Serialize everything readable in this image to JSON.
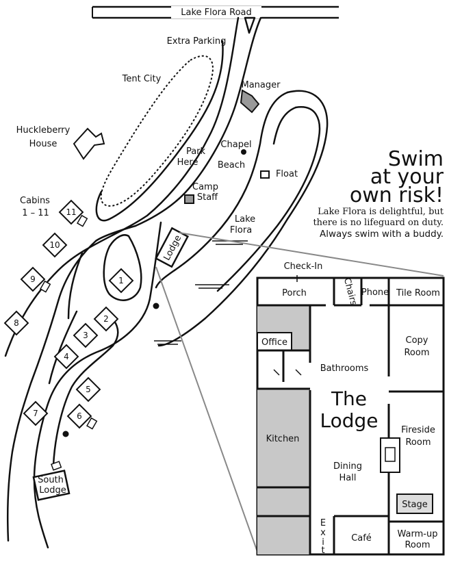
{
  "map": {
    "road": "Lake Flora Road",
    "extra_parking": "Extra Parking",
    "tent_city": "Tent City",
    "manager": "Manager",
    "huckleberry_house": [
      "Huckleberry",
      "House"
    ],
    "chapel": "Chapel",
    "park_here": [
      "Park",
      "Here"
    ],
    "beach": "Beach",
    "float": "Float",
    "camp_staff": [
      "Camp",
      "Staff"
    ],
    "lake_flora": [
      "Lake",
      "Flora"
    ],
    "cabins_label": [
      "Cabins",
      "1 – 11"
    ],
    "lodge": "Lodge",
    "south_lodge": [
      "South",
      "Lodge"
    ],
    "cabins": [
      "1",
      "2",
      "3",
      "4",
      "5",
      "6",
      "7",
      "8",
      "9",
      "10",
      "11"
    ]
  },
  "notice": {
    "line1": "Swim",
    "line2": "at your",
    "line3": "own risk!",
    "body1": "Lake Flora is delightful, but",
    "body2": "there is no lifeguard on duty.",
    "bold": "Always swim with a buddy."
  },
  "lodge_plan": {
    "title1": "The",
    "title2": "Lodge",
    "check_in": "Check-In",
    "porch": "Porch",
    "chairs": "Chairs",
    "phone": "Phone",
    "tile_room": "Tile Room",
    "office": "Office",
    "bathrooms": "Bathrooms",
    "copy_room": [
      "Copy",
      "Room"
    ],
    "kitchen": "Kitchen",
    "fireside_room": [
      "Fireside",
      "Room"
    ],
    "dining_hall": [
      "Dining",
      "Hall"
    ],
    "stage": "Stage",
    "exit": [
      "E",
      "x",
      "i",
      "t"
    ],
    "cafe": "Café",
    "warmup_room": [
      "Warm-up",
      "Room"
    ]
  },
  "colors": {
    "shade": "#c8c8c8",
    "ink": "#111111",
    "paper": "#ffffff"
  }
}
